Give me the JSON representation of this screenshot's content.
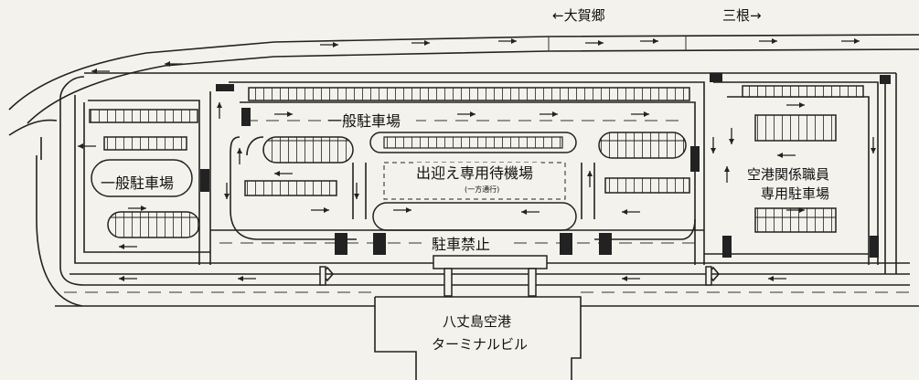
{
  "directions": {
    "west": "←大賀郷",
    "east": "三根→"
  },
  "areas": {
    "general_parking_top": "一般駐車場",
    "general_parking_left": "一般駐車場",
    "pickup_waiting": "出迎え専用待機場",
    "one_way": "(一方通行)",
    "no_parking": "駐車禁止",
    "staff_parking_line1": "空港関係職員",
    "staff_parking_line2": "専用駐車場"
  },
  "terminal": {
    "line1": "八丈島空港",
    "line2": "ターミナルビル"
  }
}
